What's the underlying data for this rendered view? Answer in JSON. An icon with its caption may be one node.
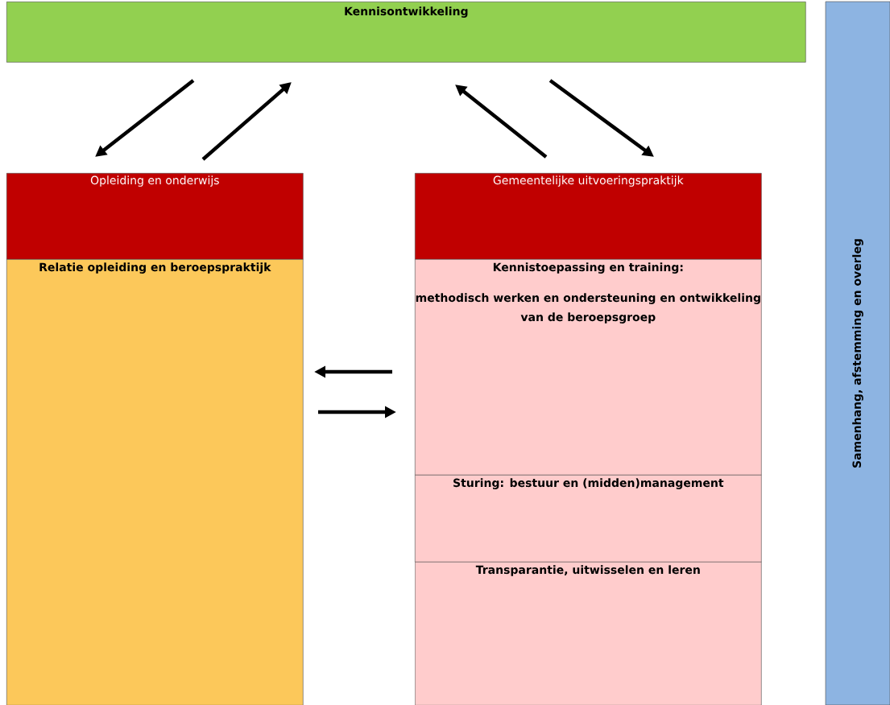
{
  "diagram": {
    "nodes": [
      {
        "text": [
          "Kennisontwikkeling"
        ]
      },
      {
        "text": [
          "Opleiding en onderwijs"
        ]
      },
      {
        "text": [
          "Relatie opleiding en beroepspraktijk"
        ]
      },
      {
        "text": [
          "Gemeentelijke uitvoeringspraktijk"
        ]
      },
      {
        "text": [
          "Kennistoepassing en training:",
          "methodisch werken en ondersteuning en ontwikkeling van de beroepsgroep"
        ]
      },
      {
        "text": [
          "Sturing: bestuur en (midden)management"
        ]
      },
      {
        "text": [
          "Transparantie, uitwisselen en leren"
        ]
      },
      {
        "text": [
          "Samenhang, afstemming en overleg"
        ]
      }
    ],
    "edges": [
      {
        "from": 0,
        "to": 1,
        "arrow": "to"
      },
      {
        "from": 1,
        "to": 0,
        "arrow": "to"
      },
      {
        "from": 3,
        "to": 0,
        "arrow": "to"
      },
      {
        "from": 0,
        "to": 3,
        "arrow": "to"
      },
      {
        "from": 4,
        "to": 2,
        "arrow": "to"
      },
      {
        "from": 2,
        "to": 4,
        "arrow": "to"
      }
    ]
  }
}
